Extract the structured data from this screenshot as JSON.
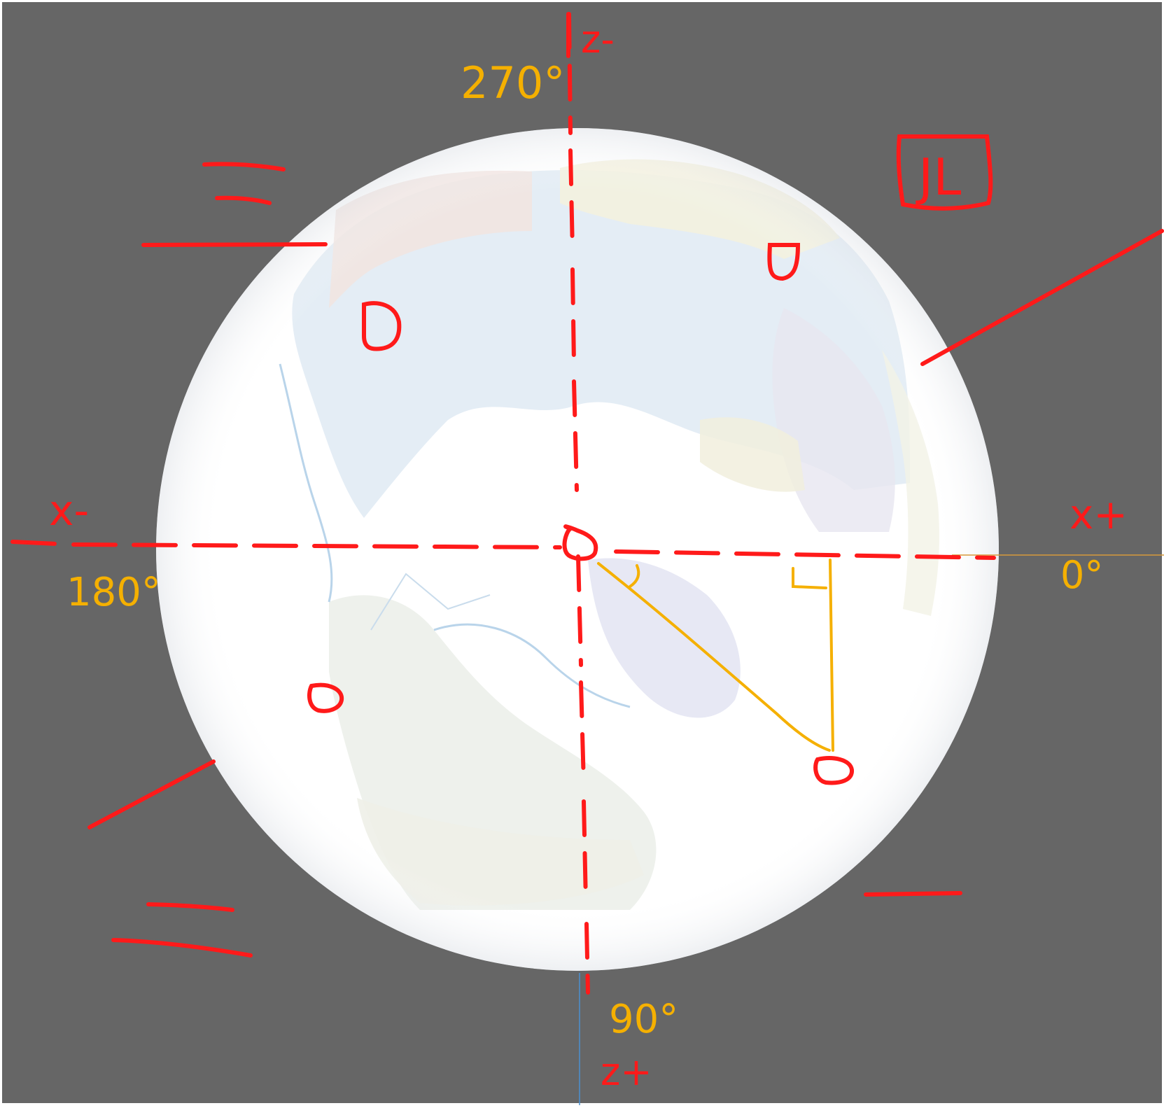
{
  "colors": {
    "background": "#666666",
    "globe": "#ffffff",
    "ocean": "#dfeaf4",
    "land_light": "#eef1ec",
    "annotation_red": "#ff1a1a",
    "annotation_orange": "#f5b000",
    "thin_axis_orange": "#d79a3c",
    "thin_axis_blue": "#4a8fd1"
  },
  "labels": {
    "z_minus": "z-",
    "z_plus": "z+",
    "x_minus": "x-",
    "x_plus": "x+",
    "deg_270": "270°",
    "deg_180": "180°",
    "deg_0": "0°",
    "deg_90": "90°",
    "boxed_mark": "JL"
  }
}
